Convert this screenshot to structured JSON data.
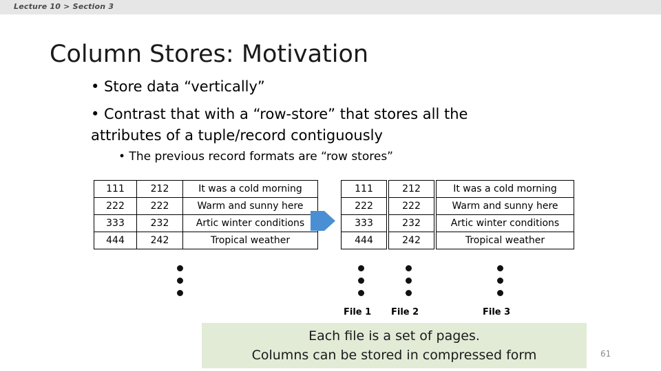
{
  "header": {
    "breadcrumb": "Lecture 10 > Section 3",
    "background_color": "#e6e6e6"
  },
  "slide": {
    "title": "Column Stores: Motivation",
    "page_number": "61",
    "bullets": [
      {
        "level": 1,
        "text": "• Store data “vertically”"
      },
      {
        "level": 1,
        "text": "• Contrast that with a “row-store” that stores all the attributes of a tuple/record contiguously"
      },
      {
        "level": 2,
        "text": "• The previous record formats are “row stores”"
      }
    ]
  },
  "row_store_table": {
    "rows": [
      {
        "id": "111",
        "num": "212",
        "text": "It was a cold morning"
      },
      {
        "id": "222",
        "num": "222",
        "text": "Warm and sunny here"
      },
      {
        "id": "333",
        "num": "232",
        "text": "Artic winter conditions"
      },
      {
        "id": "444",
        "num": "242",
        "text": "Tropical weather"
      }
    ]
  },
  "arrow": {
    "icon": "right-arrow-icon",
    "color": "#4a8fd4"
  },
  "column_store": {
    "files": [
      {
        "label": "File 1",
        "values": [
          "111",
          "222",
          "333",
          "444"
        ]
      },
      {
        "label": "File 2",
        "values": [
          "212",
          "222",
          "232",
          "242"
        ]
      },
      {
        "label": "File 3",
        "values": [
          "It was a cold morning",
          "Warm and sunny here",
          "Artic winter conditions",
          "Tropical weather"
        ]
      }
    ]
  },
  "callout": {
    "background_color": "#e2ebd6",
    "line1": "Each file is a set of pages.",
    "line2": "Columns can be stored in compressed form"
  }
}
